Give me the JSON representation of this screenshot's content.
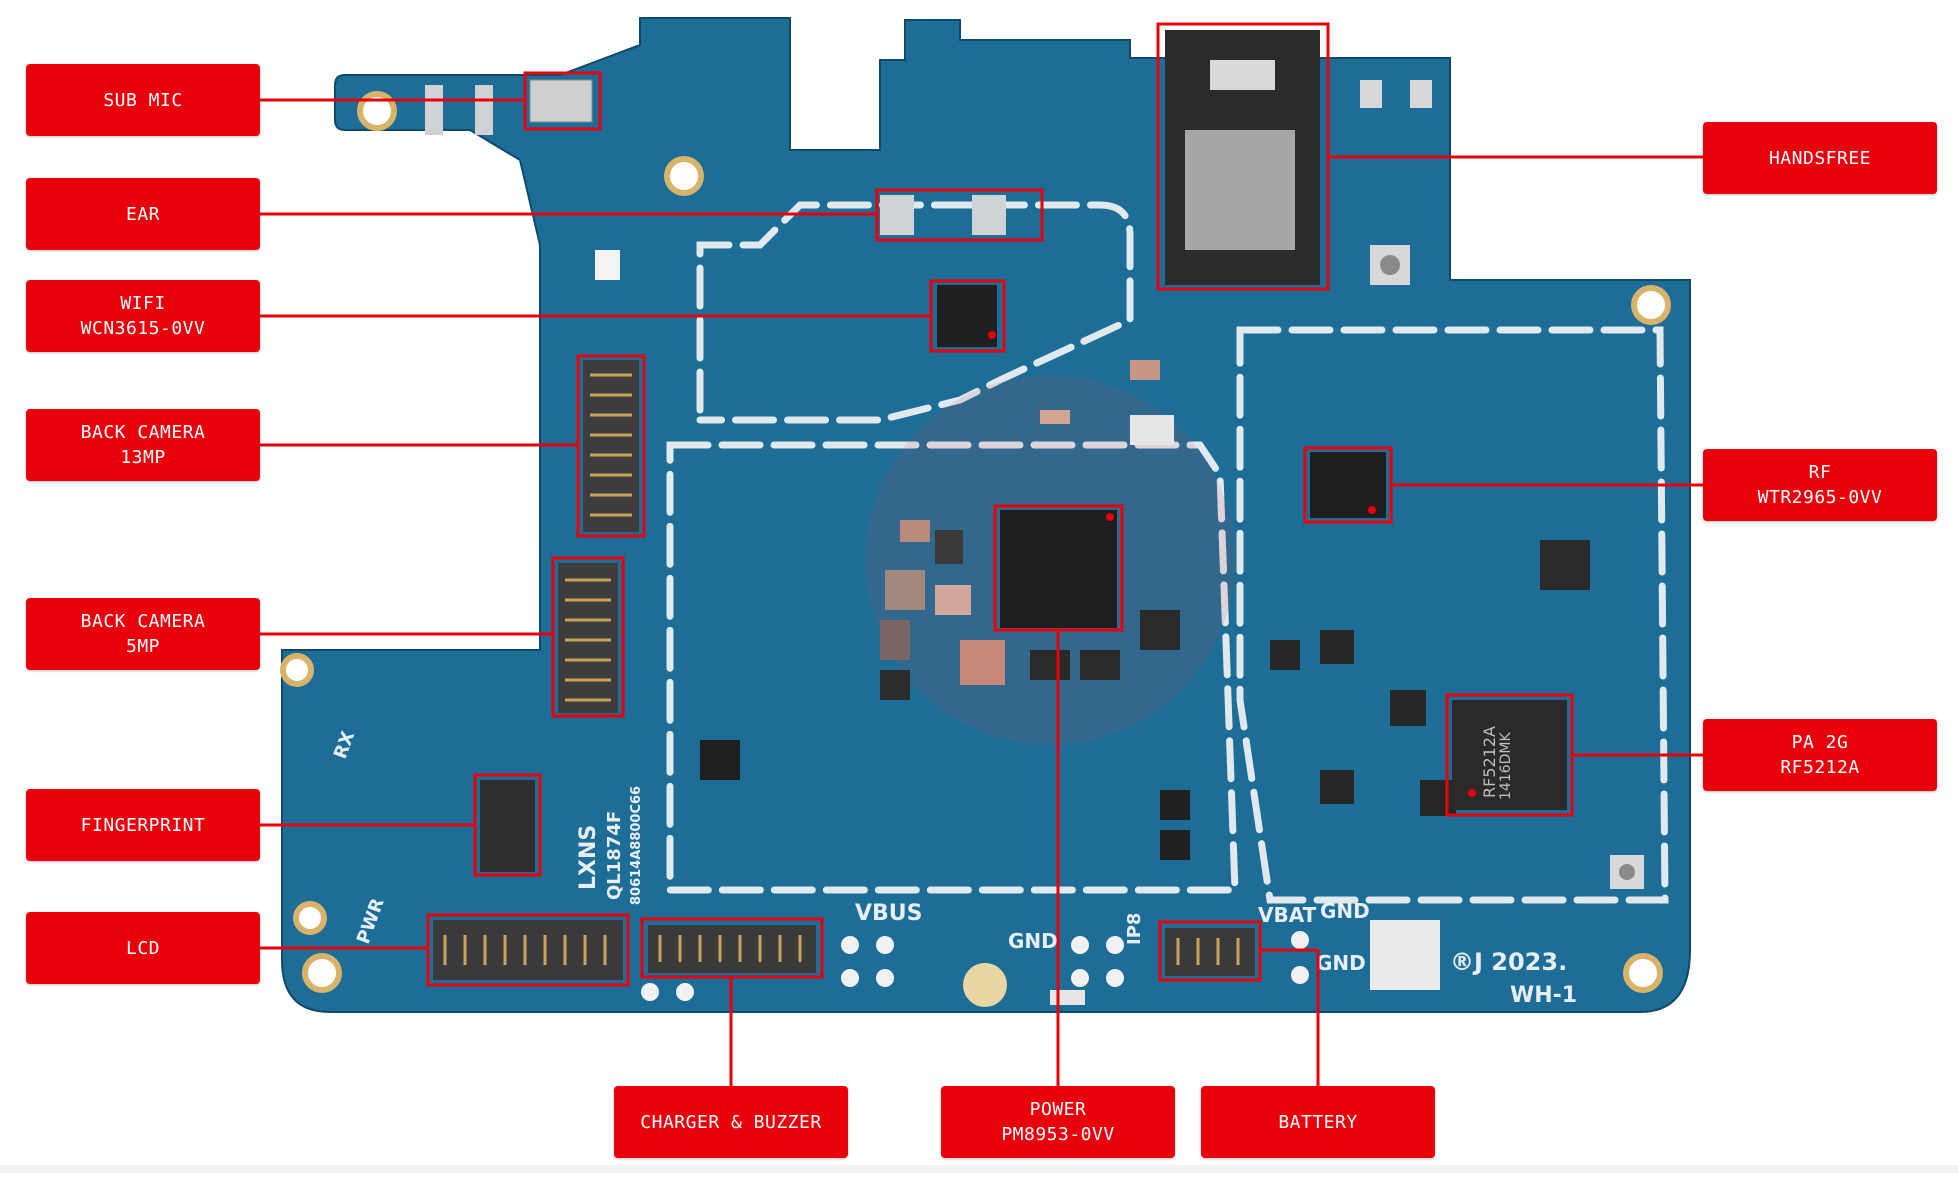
{
  "colors": {
    "board": "#1d6d97",
    "board_dark": "#155a80",
    "label_bg": "#e8000b",
    "label_text": "#ffffff",
    "callout": "#e8000b",
    "silkscreen": "#e6eef2"
  },
  "labels": {
    "sub_mic": {
      "line1": "SUB MIC"
    },
    "ear": {
      "line1": "EAR"
    },
    "wifi": {
      "line1": "WIFI",
      "line2": "WCN3615-0VV"
    },
    "back_camera_13mp": {
      "line1": "BACK CAMERA",
      "line2": "13MP"
    },
    "back_camera_5mp": {
      "line1": "BACK CAMERA",
      "line2": "5MP"
    },
    "fingerprint": {
      "line1": "FINGERPRINT"
    },
    "lcd": {
      "line1": "LCD"
    },
    "handsfree": {
      "line1": "HANDSFREE"
    },
    "rf": {
      "line1": "RF",
      "line2": "WTR2965-0VV"
    },
    "pa_2g": {
      "line1": "PA 2G",
      "line2": "RF5212A"
    },
    "charger_buzzer": {
      "line1": "CHARGER & BUZZER"
    },
    "power": {
      "line1": "POWER",
      "line2": "PM8953-0VV"
    },
    "battery": {
      "line1": "BATTERY"
    }
  },
  "board_markings": {
    "vbus": "VBUS",
    "gnd_1": "GND",
    "gnd_2": "GND",
    "gnd_3": "GND",
    "vbat": "VBAT",
    "ip8": "IP8",
    "pwr": "PWR",
    "rx": "RX",
    "date_code": "®J 2023.",
    "board_code": "WH-1",
    "lxns": "LXNS",
    "part_no": "QL1874F",
    "serial": "80614A8800C66",
    "rf_chip": "RF5212A",
    "rf_chip_code": "1416DMK"
  }
}
